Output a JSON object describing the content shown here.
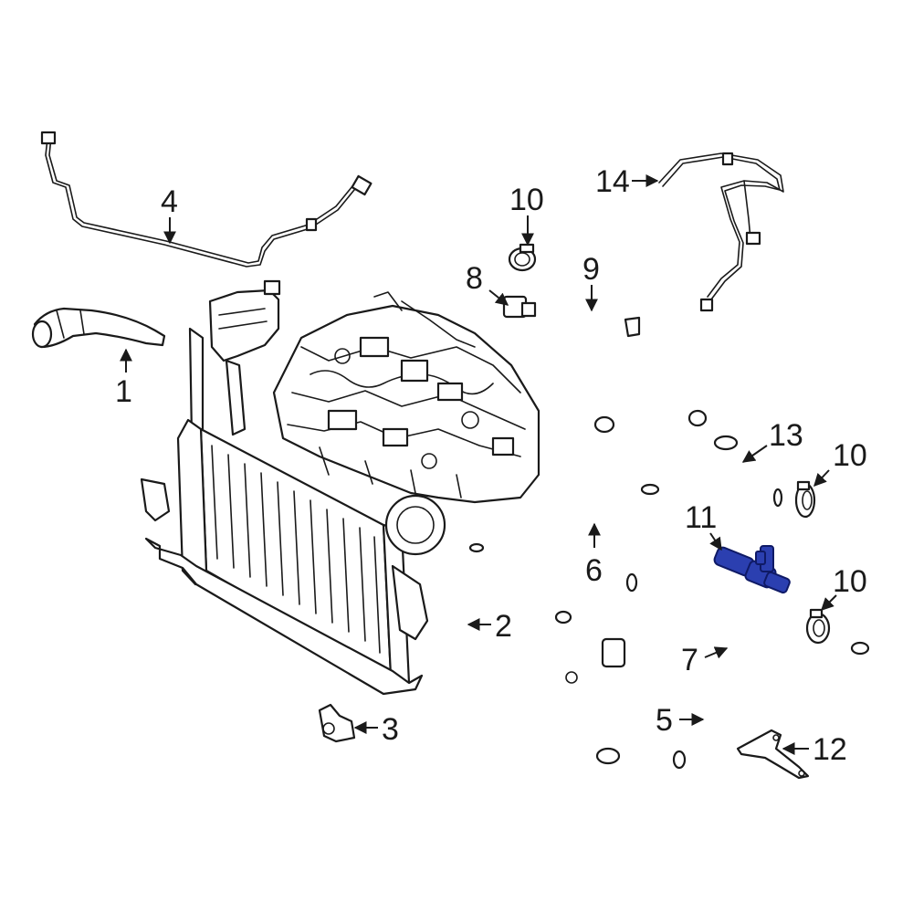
{
  "callouts": [
    {
      "id": "c1",
      "text": "1"
    },
    {
      "id": "c2",
      "text": "2"
    },
    {
      "id": "c3",
      "text": "3"
    },
    {
      "id": "c4",
      "text": "4"
    },
    {
      "id": "c5",
      "text": "5"
    },
    {
      "id": "c6",
      "text": "6"
    },
    {
      "id": "c7",
      "text": "7"
    },
    {
      "id": "c8",
      "text": "8"
    },
    {
      "id": "c9",
      "text": "9"
    },
    {
      "id": "c10a",
      "text": "10"
    },
    {
      "id": "c10b",
      "text": "10"
    },
    {
      "id": "c10c",
      "text": "10"
    },
    {
      "id": "c11",
      "text": "11"
    },
    {
      "id": "c12",
      "text": "12"
    },
    {
      "id": "c13",
      "text": "13"
    },
    {
      "id": "c14",
      "text": "14"
    }
  ],
  "colors": {
    "line": "#1a1a1a",
    "highlight": "#2b3fb0",
    "background": "#ffffff"
  },
  "highlighted_part": "11"
}
